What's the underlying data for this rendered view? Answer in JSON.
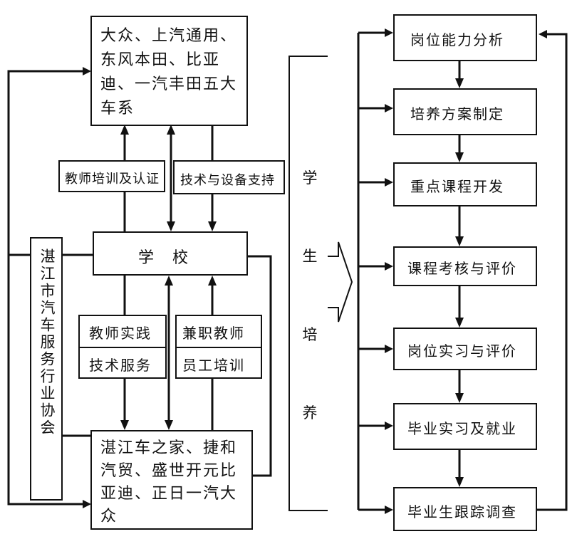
{
  "oem_box": "大众、上汽通用、东风本田、比亚迪、一汽丰田五大车系",
  "teacher_training": "教师培训及认证",
  "tech_support": "技术与设备支持",
  "school": "学　校",
  "association": "湛江市汽车服务行业协会",
  "teacher_practice": "教师实践",
  "tech_service": "技术服务",
  "parttime_teacher": "兼职教师",
  "staff_training": "员工培训",
  "dealers_box": "湛江车之家、捷和汽贸、盛世开元比亚迪、正日一汽大众",
  "student_training": "学生培养",
  "steps": [
    "岗位能力分析",
    "培养方案制定",
    "重点课程开发",
    "课程考核与评价",
    "岗位实习与评价",
    "毕业实习及就业",
    "毕业生跟踪调查"
  ]
}
